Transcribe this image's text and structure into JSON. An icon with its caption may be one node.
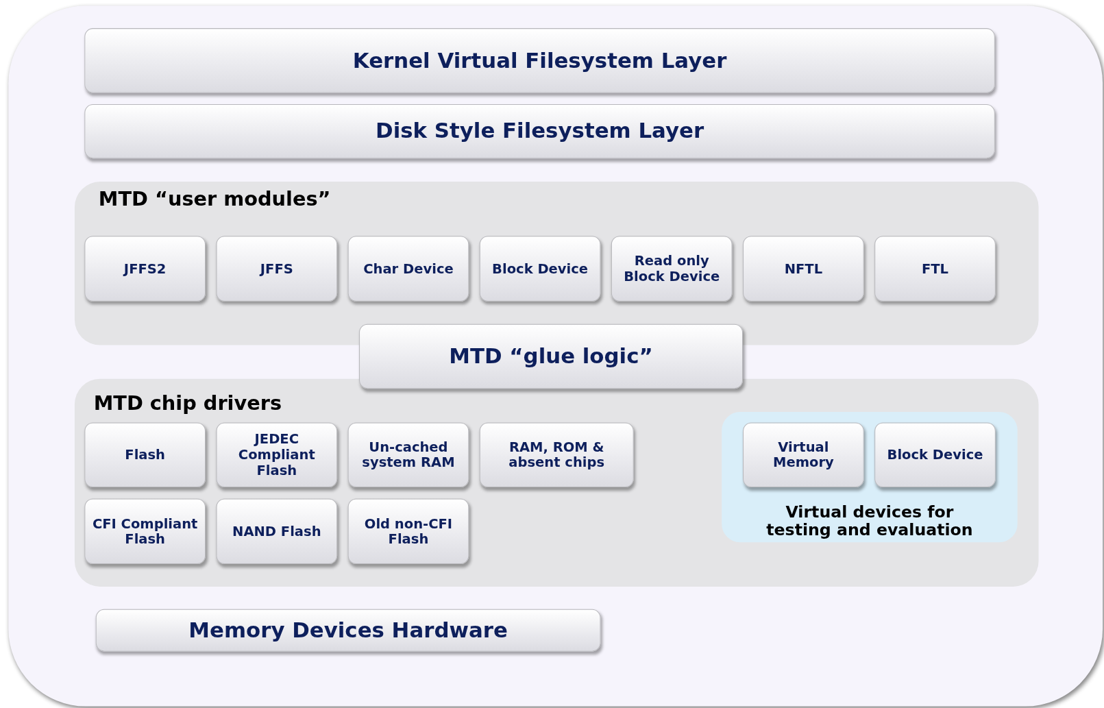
{
  "diagram": {
    "nodes": [
      {
        "text": [
          "Kernel Virtual Filesystem Layer"
        ]
      },
      {
        "text": [
          "Disk Style Filesystem Layer"
        ]
      },
      {
        "text": [
          "MTD “user modules”"
        ]
      },
      {
        "text": [
          "JFFS2"
        ],
        "in": 2
      },
      {
        "text": [
          "JFFS"
        ],
        "in": 2
      },
      {
        "text": [
          "Char Device"
        ],
        "in": 2
      },
      {
        "text": [
          "Block Device"
        ],
        "in": 2
      },
      {
        "text": [
          "Read only Block Device"
        ],
        "in": 2
      },
      {
        "text": [
          "NFTL"
        ],
        "in": 2
      },
      {
        "text": [
          "FTL"
        ],
        "in": 2
      },
      {
        "text": [
          "MTD “glue logic”"
        ]
      },
      {
        "text": [
          "MTD chip drivers"
        ]
      },
      {
        "text": [
          "Flash"
        ],
        "in": 11
      },
      {
        "text": [
          "JEDEC Compliant Flash"
        ],
        "in": 11
      },
      {
        "text": [
          "Un-cached system RAM"
        ],
        "in": 11
      },
      {
        "text": [
          "RAM, ROM & absent chips"
        ],
        "in": 11
      },
      {
        "text": [
          "CFI Compliant Flash"
        ],
        "in": 11
      },
      {
        "text": [
          "NAND Flash"
        ],
        "in": 11
      },
      {
        "text": [
          "Old non-CFI Flash"
        ],
        "in": 11
      },
      {
        "text": [
          "Virtual devices for testing and evaluation"
        ],
        "in": 11
      },
      {
        "text": [
          "Virtual Memory"
        ],
        "in": 19
      },
      {
        "text": [
          "Block Device"
        ],
        "in": 19
      },
      {
        "text": [
          "Memory Devices Hardware"
        ]
      }
    ]
  }
}
